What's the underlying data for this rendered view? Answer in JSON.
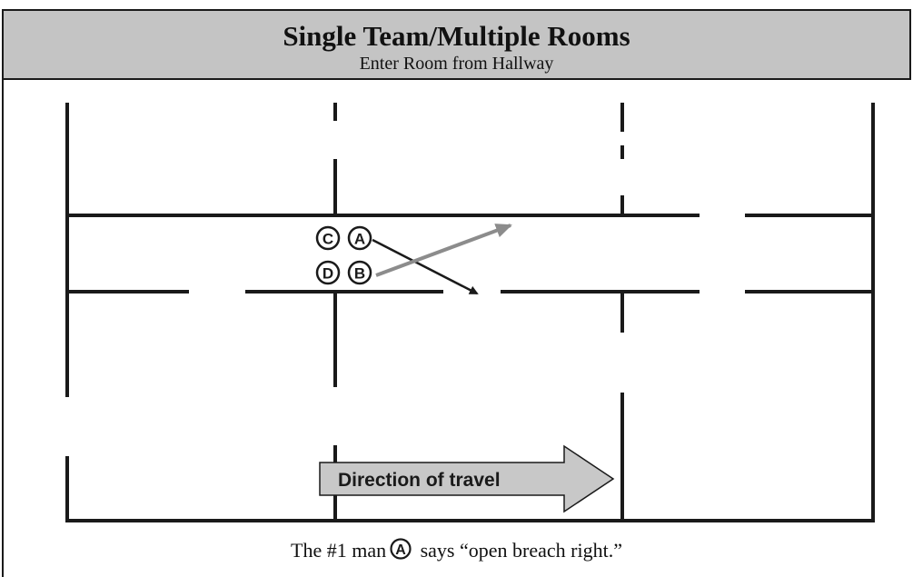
{
  "header": {
    "title": "Single Team/Multiple Rooms",
    "subtitle": "Enter Room from Hallway"
  },
  "team": {
    "member_c": "C",
    "member_a": "A",
    "member_d": "D",
    "member_b": "B"
  },
  "travel_arrow": {
    "label": "Direction of travel"
  },
  "caption": {
    "before": "The #1 man",
    "badge": "A",
    "after": " says “open breach right.”"
  },
  "colors": {
    "header_fill": "#c4c4c4",
    "wall": "#1a1a1a",
    "arrow_black": "#1a1a1a",
    "arrow_gray": "#8c8c8c",
    "travel_arrow_fill": "#c8c8c8"
  }
}
